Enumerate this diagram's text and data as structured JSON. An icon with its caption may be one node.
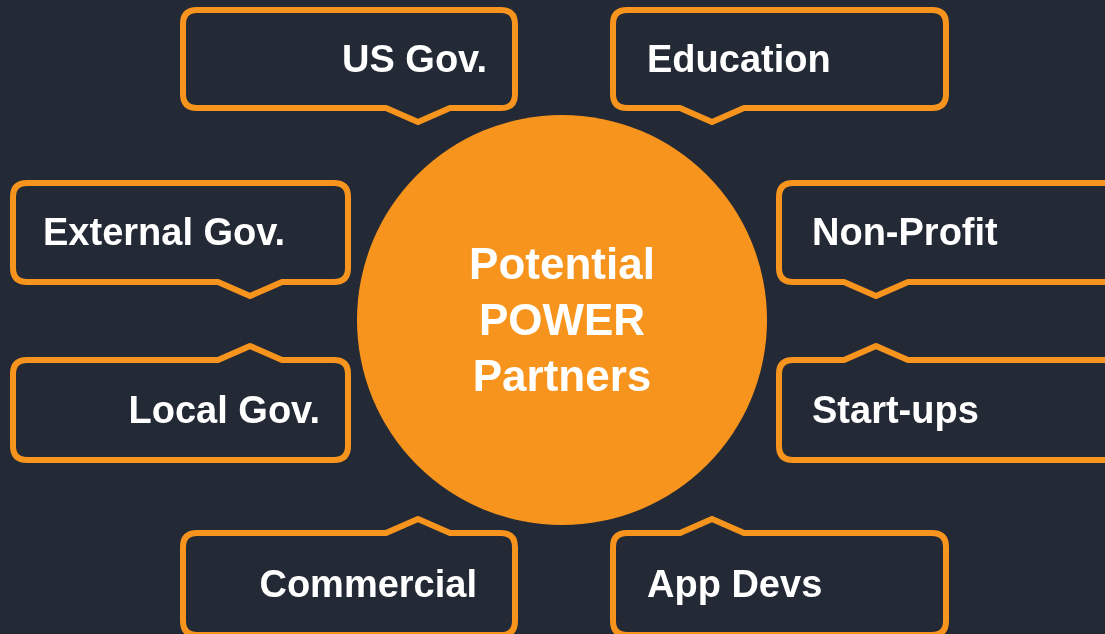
{
  "diagram": {
    "nodes": [
      {
        "text": [
          "Potential POWER Partners"
        ]
      },
      {
        "text": [
          "US Gov."
        ]
      },
      {
        "text": [
          "Education"
        ]
      },
      {
        "text": [
          "External Gov."
        ]
      },
      {
        "text": [
          "Non-Profit"
        ]
      },
      {
        "text": [
          "Local Gov."
        ]
      },
      {
        "text": [
          "Start-ups"
        ]
      },
      {
        "text": [
          "Commercial"
        ]
      },
      {
        "text": [
          "App Devs"
        ]
      }
    ]
  }
}
